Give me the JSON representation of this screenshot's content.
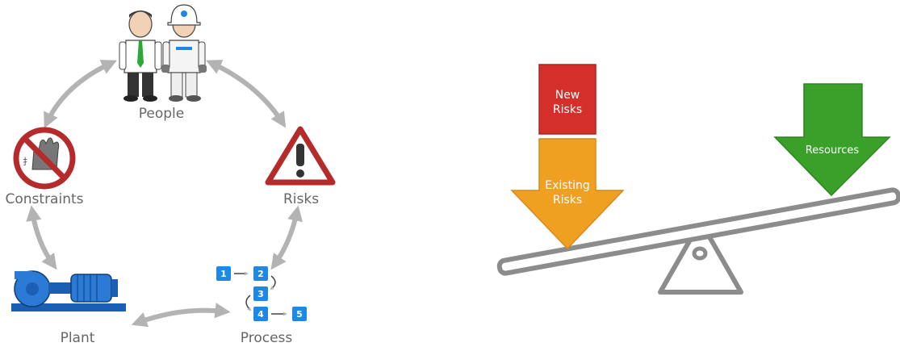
{
  "cycle": {
    "people_label": "People",
    "risks_label": "Risks",
    "constraints_label": "Constraints",
    "plant_label": "Plant",
    "process_label": "Process",
    "process_steps": [
      "1",
      "2",
      "3",
      "4",
      "5"
    ]
  },
  "balance": {
    "new_risks_line1": "New",
    "new_risks_line2": "Risks",
    "existing_risks_line1": "Existing",
    "existing_risks_line2": "Risks",
    "resources_label": "Resources"
  },
  "colors": {
    "cycle_arrow": "#b3b3b3",
    "new_risks": "#d42f2a",
    "existing_risks": "#f0a020",
    "resources": "#3aa02a",
    "step_box": "#1e88e5",
    "warning_red": "#b52a2a"
  }
}
